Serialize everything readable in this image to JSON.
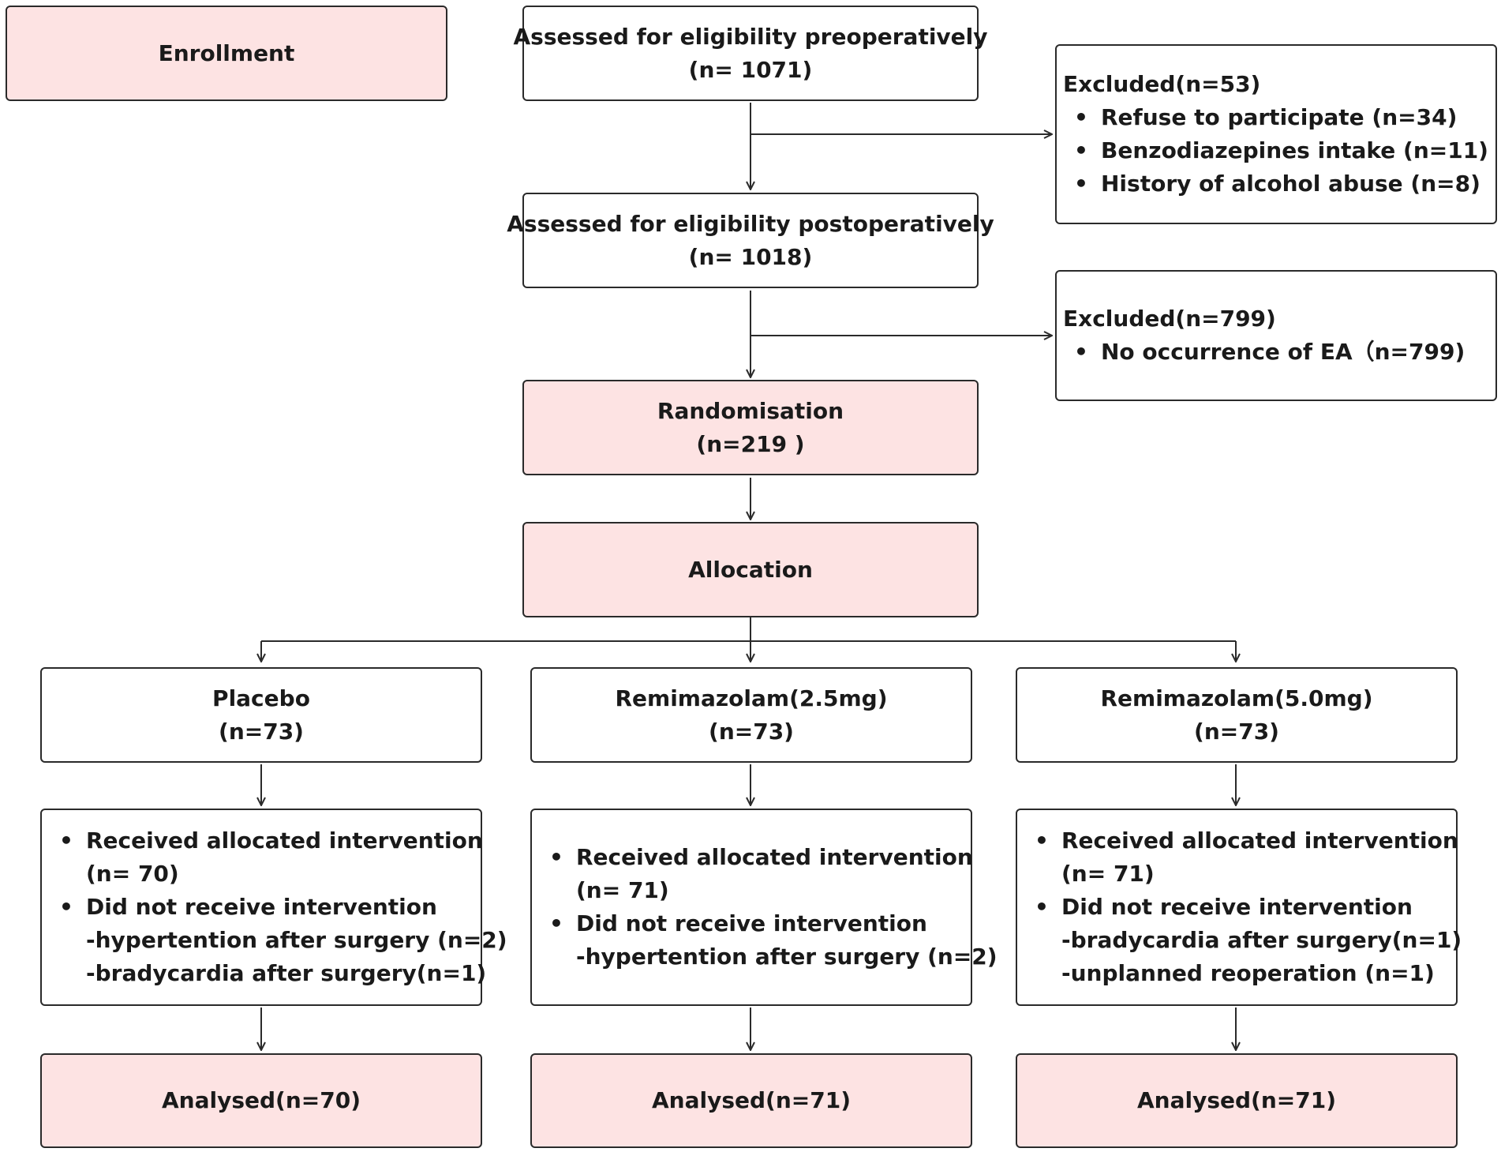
{
  "enrollment": {
    "label": "Enrollment"
  },
  "assess_pre": {
    "line1": "Assessed for eligibility preoperatively",
    "line2": "(n= 1071)"
  },
  "excluded1": {
    "title": "Excluded(n=53)",
    "items": [
      "Refuse to participate (n=34)",
      "Benzodiazepines intake (n=11)",
      "History of alcohol abuse (n=8)"
    ]
  },
  "assess_post": {
    "line1": "Assessed for eligibility postoperatively",
    "line2": "(n= 1018)"
  },
  "excluded2": {
    "title": "Excluded(n=799)",
    "items": [
      "No occurrence of EA（n=799)"
    ]
  },
  "randomisation": {
    "line1": "Randomisation",
    "line2": "(n=219 )"
  },
  "allocation": {
    "label": "Allocation"
  },
  "arms": [
    {
      "name": "Placebo",
      "n": "(n=73)",
      "received": "Received allocated intervention",
      "received_n": "(n= 70)",
      "not_received": "Did not receive intervention",
      "reasons": [
        "-hypertention after surgery (n=2)",
        "-bradycardia after surgery(n=1)"
      ],
      "analysed": "Analysed(n=70)"
    },
    {
      "name": "Remimazolam(2.5mg)",
      "n": "(n=73)",
      "received": "Received allocated intervention",
      "received_n": "(n= 71)",
      "not_received": "Did not receive intervention",
      "reasons": [
        "-hypertention after surgery (n=2)"
      ],
      "analysed": "Analysed(n=71)"
    },
    {
      "name": "Remimazolam(5.0mg)",
      "n": "(n=73)",
      "received": "Received allocated intervention",
      "received_n": "(n= 71)",
      "not_received": "Did not receive intervention",
      "reasons": [
        "-bradycardia after surgery(n=1)",
        "-unplanned reoperation (n=1)"
      ],
      "analysed": "Analysed(n=71)"
    }
  ],
  "colors": {
    "highlight_fill": "#fde3e3",
    "border": "#2a2a2a"
  }
}
